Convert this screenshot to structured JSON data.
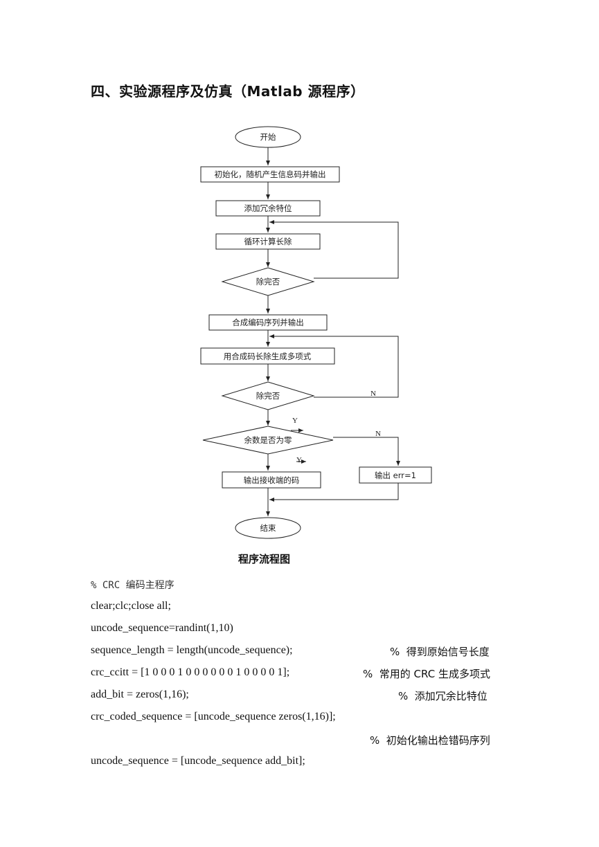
{
  "heading": "四、实验源程序及仿真（Matlab 源程序）",
  "flowchart": {
    "start": "开始",
    "init": "初始化，随机产生信息码并输出",
    "add_redundant": "添加冗余特位",
    "loop_divide": "循环计算长除",
    "divide_done_1": "除完否",
    "compose_output": "合成编码序列并输出",
    "divide_generator": "用合成码长除生成多项式",
    "divide_done_2": "除完否",
    "remainder_zero": "余数是否为零",
    "output_receiver": "输出接收端的码",
    "output_err": "输出 err=1",
    "end": "结束",
    "label_n1": "N",
    "label_y1": "Y",
    "label_n2": "N",
    "label_y2": "Y"
  },
  "caption": "程序流程图",
  "code": {
    "line1": "% CRC 编码主程序",
    "line2": "clear;clc;close all;",
    "line3": "uncode_sequence=randint(1,10)",
    "line4": "sequence_length = length(uncode_sequence);",
    "line4_comment": "%  得到原始信号长度",
    "line5": "crc_ccitt = [1 0 0 0 1 0 0 0 0 0 0 1 0 0 0 0 1];",
    "line5_comment": "%  常用的 CRC 生成多项式",
    "line6": "add_bit = zeros(1,16);",
    "line6_comment": "%  添加冗余比特位",
    "line7": "crc_coded_sequence = [uncode_sequence zeros(1,16)];",
    "line7_comment": "%  初始化输出检错码序列",
    "line8": "uncode_sequence = [uncode_sequence add_bit];"
  }
}
